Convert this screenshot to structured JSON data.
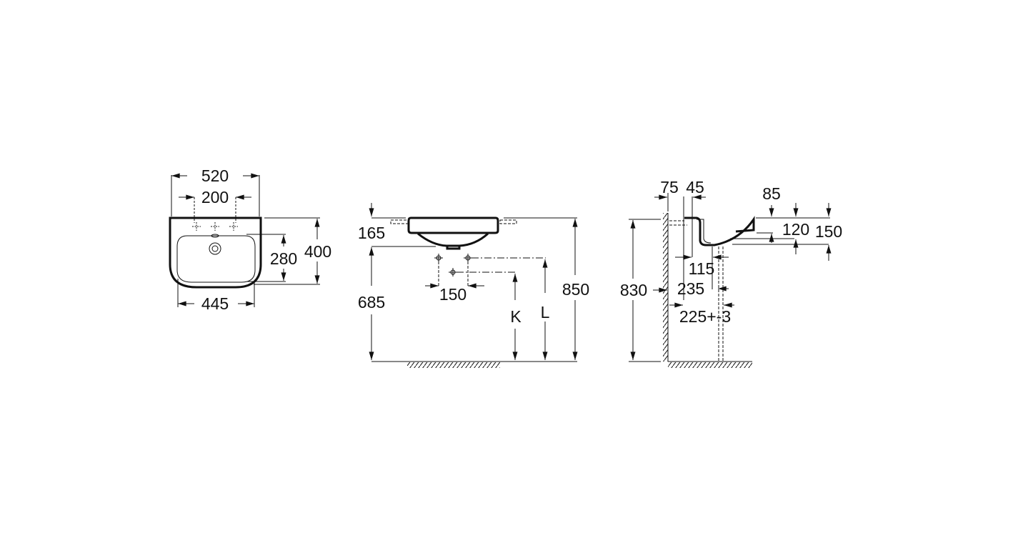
{
  "title": "Washbasin technical drawing",
  "top_view": {
    "width_total": "520",
    "tap_spacing": "200",
    "bowl_depth": "280",
    "depth_total": "400",
    "bowl_width": "445"
  },
  "front_view": {
    "basin_height": "165",
    "bottom_height": "685",
    "total_height": "850",
    "tap_spacing": "150",
    "label_k": "K",
    "label_l": "L"
  },
  "side_view": {
    "height": "830",
    "wall_gap": "75",
    "back_offset": "45",
    "rim": "85",
    "dim_120": "120",
    "dim_150": "150",
    "dim_115": "115",
    "dim_235": "235",
    "drain_offset": "225+-3"
  }
}
